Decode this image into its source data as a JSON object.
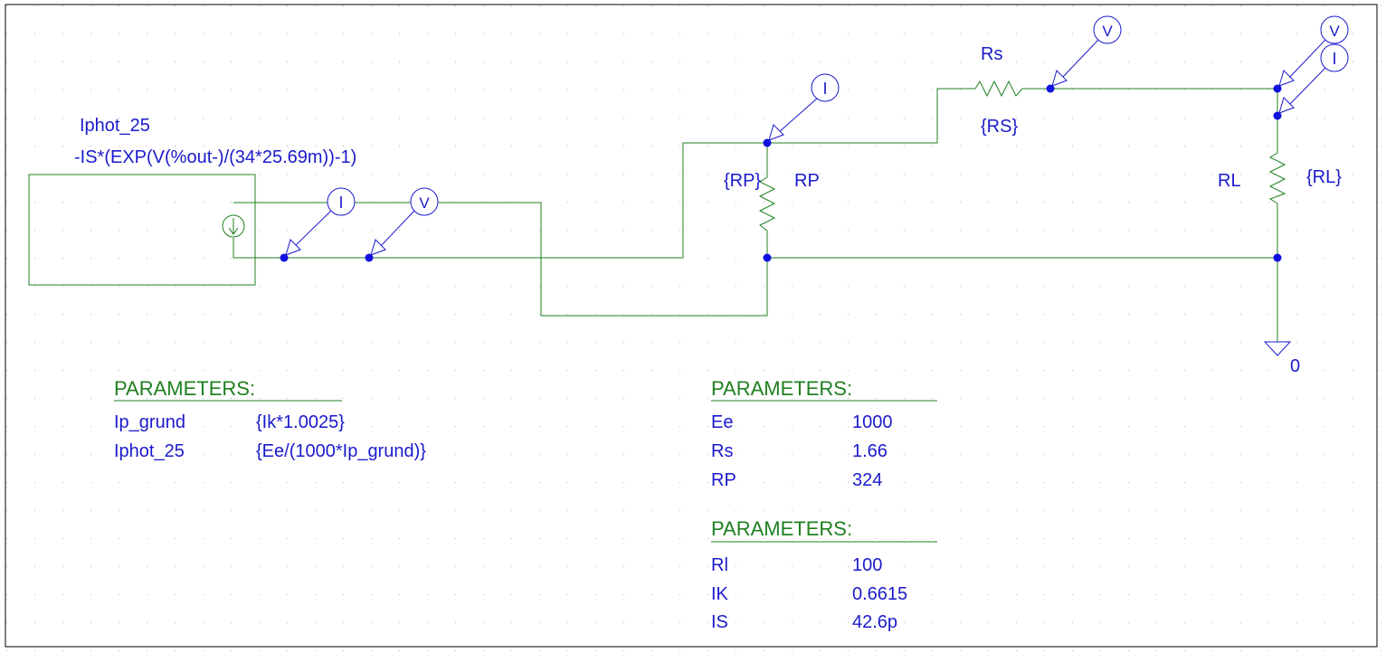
{
  "colors": {
    "wire": "#208020",
    "component": "#208020",
    "label": "#1a1acc",
    "marker": "#1a1acc",
    "junction": "#1010e0",
    "params": "#208020",
    "grid": "#b8b8b8",
    "border": "#000000"
  },
  "source": {
    "name": "Iphot_25",
    "expression": "-IS*(EXP(V(%out-)/(34*25.69m))-1)"
  },
  "resistors": {
    "rp": {
      "name": "RP",
      "value": "{RP}"
    },
    "rs": {
      "name": "Rs",
      "value": "{RS}"
    },
    "rl": {
      "name": "RL",
      "value": "{RL}"
    }
  },
  "markers": {
    "current_symbol": "I",
    "voltage_symbol": "V"
  },
  "ground": {
    "label": "0"
  },
  "param_blocks": [
    {
      "title": "PARAMETERS:",
      "rows": [
        {
          "name": "Ip_grund",
          "value": "{Ik*1.0025}"
        },
        {
          "name": "Iphot_25",
          "value": "{Ee/(1000*Ip_grund)}"
        }
      ]
    },
    {
      "title": "PARAMETERS:",
      "rows": [
        {
          "name": "Ee",
          "value": "1000"
        },
        {
          "name": "Rs",
          "value": "1.66"
        },
        {
          "name": "RP",
          "value": "324"
        }
      ]
    },
    {
      "title": "PARAMETERS:",
      "rows": [
        {
          "name": "Rl",
          "value": "100"
        },
        {
          "name": "IK",
          "value": "0.6615"
        },
        {
          "name": "IS",
          "value": "42.6p"
        }
      ]
    }
  ]
}
